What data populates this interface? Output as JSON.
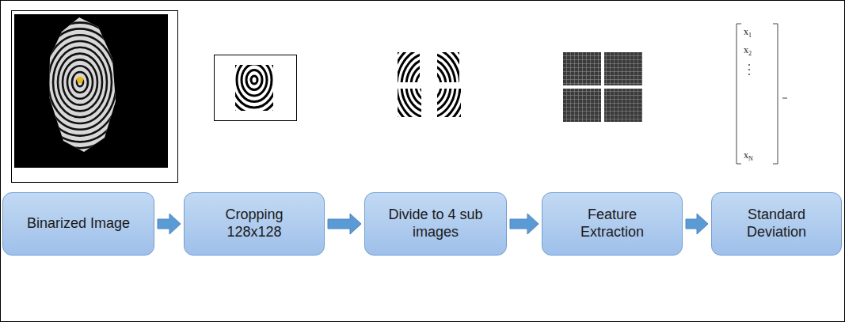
{
  "diagram": {
    "nodes": [
      {
        "text": [
          "Binarized Image"
        ]
      },
      {
        "text": [
          "Cropping 128x128"
        ]
      },
      {
        "text": [
          "Divide to 4 sub images"
        ]
      },
      {
        "text": [
          "Feature Extraction"
        ]
      },
      {
        "text": [
          "Standard Deviation"
        ]
      }
    ],
    "edges": [
      {
        "from": 0,
        "to": 1,
        "arrow": "to"
      },
      {
        "from": 1,
        "to": 2,
        "arrow": "to"
      },
      {
        "from": 2,
        "to": 3,
        "arrow": "to"
      },
      {
        "from": 3,
        "to": 4,
        "arrow": "to"
      }
    ],
    "labels": [
      "x1",
      "x2",
      "xN"
    ]
  }
}
